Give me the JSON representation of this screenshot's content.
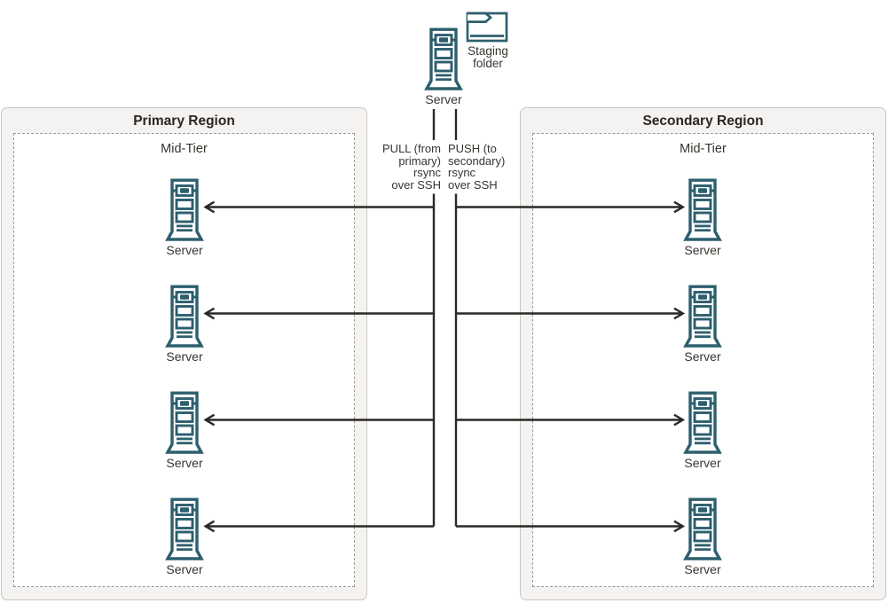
{
  "colors": {
    "accent_teal": "#2d5f6e",
    "connector": "#2b2926",
    "text": "#38342f",
    "title_text": "#2b2723",
    "region_fill": "#f4f3f1",
    "region_border": "#cbc7c2",
    "dashed_border": "#9c9995"
  },
  "center": {
    "server_label": "Server",
    "folder_lines": [
      "Staging",
      "folder"
    ]
  },
  "flows": {
    "pull": {
      "lines": [
        "PULL (from",
        "primary)",
        "rsync",
        "over SSH"
      ]
    },
    "push": {
      "lines": [
        "PUSH (to",
        "secondary)",
        "rsync",
        "over SSH"
      ]
    }
  },
  "primary": {
    "title": "Primary Region",
    "tier_label": "Mid-Tier",
    "servers": [
      "Server",
      "Server",
      "Server",
      "Server"
    ]
  },
  "secondary": {
    "title": "Secondary Region",
    "tier_label": "Mid-Tier",
    "servers": [
      "Server",
      "Server",
      "Server",
      "Server"
    ]
  }
}
